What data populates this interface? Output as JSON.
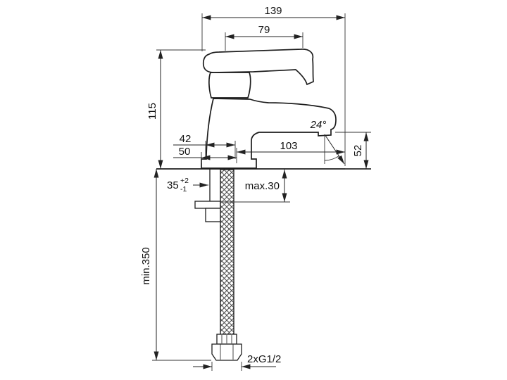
{
  "drawing": {
    "overall_width": "139",
    "handle_length": "79",
    "height_above_deck": "115",
    "base_width_upper": "42",
    "base_width": "50",
    "spout_reach": "103",
    "spout_angle": "24°",
    "outlet_height": "52",
    "mounting_hole": {
      "diameter": "35",
      "tolerance_plus": "+2",
      "tolerance_minus": "-1"
    },
    "deck_thickness": "max.30",
    "hose_length": "min.350",
    "connection_thread": "2xG1/2"
  },
  "colors": {
    "line": "#222222",
    "background": "#ffffff"
  }
}
